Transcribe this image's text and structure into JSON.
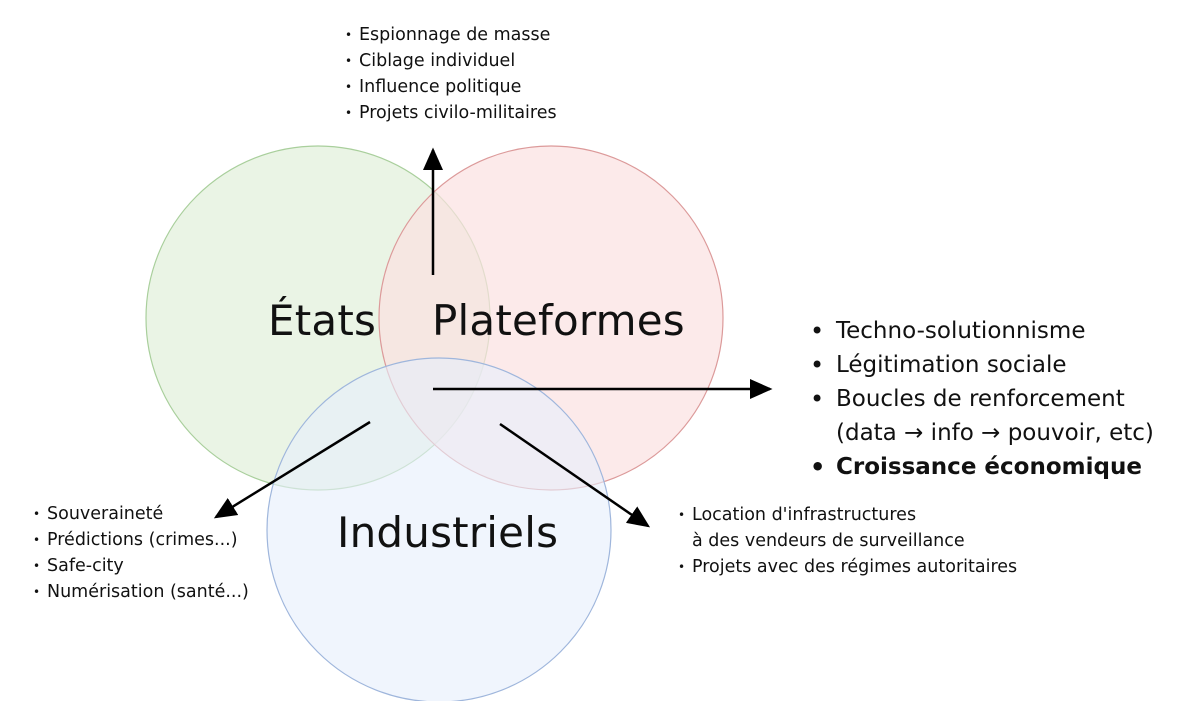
{
  "circles": {
    "etats": {
      "label": "États",
      "fill": "#e6f2e1",
      "stroke": "#a9cf9c"
    },
    "plateformes": {
      "label": "Plateformes",
      "fill": "#fbe1e1",
      "stroke": "#dc9a9a"
    },
    "industriels": {
      "label": "Industriels",
      "fill": "#e6eefb",
      "stroke": "#9fb6dc"
    }
  },
  "lists": {
    "top": [
      "Espionnage de masse",
      "Ciblage individuel",
      "Influence politique",
      "Projets civilo-militaires"
    ],
    "left": [
      "Souveraineté",
      "Prédictions (crimes...)",
      "Safe-city",
      "Numérisation (santé...)"
    ],
    "bottom_right": {
      "item1_line1": "Location d'infrastructures",
      "item1_line2": "à des vendeurs de surveillance",
      "item2": "Projets avec des régimes autoritaires"
    },
    "right": {
      "item1": "Techno-solutionnisme",
      "item2": "Légitimation sociale",
      "item3_line1": "Boucles de renforcement",
      "item3_line2": "(data → info → pouvoir, etc)",
      "item4": "Croissance économique"
    }
  }
}
